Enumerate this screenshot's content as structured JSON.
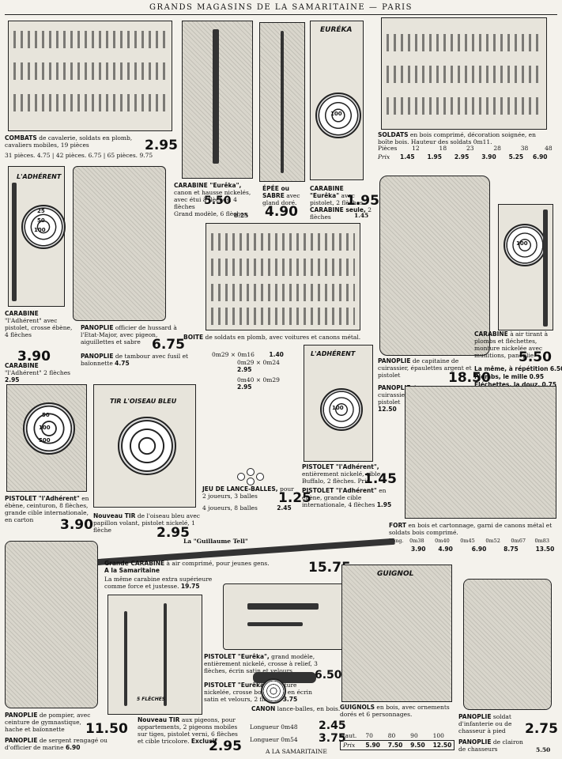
{
  "header": "GRANDS MAGASINS DE LA SAMARITAINE — PARIS",
  "combats": {
    "title": "COMBATS",
    "text": "de cavalerie, soldats en plomb, cavaliers mobiles, 19 pièces",
    "price": "2.95",
    "variants": "31 pièces. 4.75 | 42 pièces. 6.75 | 65 pièces. 9.75"
  },
  "carabine_eureka": {
    "title": "CARABINE \"Eurêka\",",
    "text": "canon et hausse nickelés, avec étui à flèches, 4 flèches",
    "price": "5.50",
    "grand": "Grand modèle, 6 flèches",
    "grand_price": "8.25"
  },
  "epee": {
    "title": "ÉPÉE ou SABRE",
    "text": "avec gland doré.",
    "price": "4.90"
  },
  "carabine_pistolet": {
    "title": "CARABINE \"Eurêka\"",
    "text": "avec pistolet, 2 flèches.",
    "price": "1.95",
    "seule": "CARABINE seule,",
    "seule_text": "2 flèches",
    "seule_price": "1.45",
    "label": "EURÉKA",
    "target_label": "100"
  },
  "soldats": {
    "title": "SOLDATS",
    "text": "en bois comprimé, décoration soignée, en boîte bois. Hauteur des soldats",
    "height": "0m11.",
    "pieces_label": "Pièces",
    "pieces": [
      "12",
      "18",
      "23",
      "28",
      "38",
      "48"
    ],
    "prix_label": "Prix",
    "prix": [
      "1.45",
      "1.95",
      "2.95",
      "3.90",
      "5.25",
      "6.90"
    ]
  },
  "carabine_adherent": {
    "banner": "L'ADHÉRENT",
    "title": "CARABINE",
    "text": "\"l'Adhérent\" avec pistolet, crosse ébène, 4 flèches",
    "price": "3.90",
    "second_title": "CARABINE",
    "second_text": "\"l'Adhérent\" 2 flèches",
    "second_price": "2.95",
    "targets": [
      "25",
      "50",
      "100"
    ]
  },
  "panoplie_officier": {
    "title": "PANOPLIE",
    "text": "officier de hussard à l'Etat-Major, avec pigeon, aiguillettes et sabre",
    "price": "6.75",
    "tambour_title": "PANOPLIE",
    "tambour_text": "de tambour avec fusil et baïonnette",
    "tambour_price": "4.75"
  },
  "boite_soldats": {
    "title": "BOITE",
    "text": "de soldats en plomb, avec voitures et canons métal.",
    "rows": [
      {
        "size": "0m29 × 0m16",
        "price": "1.40"
      },
      {
        "size": "0m29 × 0m24",
        "price": "2.95"
      },
      {
        "size": "0m40 × 0m29",
        "price": "2.95"
      }
    ]
  },
  "panoplie_cuirassier": {
    "title": "PANOPLIE",
    "text": "de capitaine de cuirassier, épaulettes argent et pistolet",
    "price": "18.50",
    "second_title": "PANOPLIE",
    "second_text": "de cuirassier, avec pistolet",
    "second_price": "12.50"
  },
  "carabine_air": {
    "title": "CARABINE",
    "text": "à air tirant à plombs et fléchettes, monture nickelée avec munitions, panoplie",
    "price": "5.50",
    "repet": "La même, à répétition",
    "repet_price": "6.50",
    "plombs": "Plombs, le mille",
    "plombs_price": "0.95",
    "flechettes": "Fléchettes, la douz.",
    "flechettes_price": "0.75",
    "target_label": "100"
  },
  "pistolet_adherent_left": {
    "title": "PISTOLET \"l'Adhérent\"",
    "text": "en ébène, ceinturon, 8 flèches, grande cible internationale, en carton",
    "price": "3.90",
    "labels": [
      "50",
      "100",
      "500"
    ]
  },
  "tir_oiseau": {
    "banner": "TIR L'OISEAU BLEU",
    "title": "Nouveau TIR",
    "text": "de l'oiseau bleu avec papillon volant, pistolet nickelé, 1 flèche",
    "price": "2.95"
  },
  "lance_balles": {
    "title": "JEU DE LANCE-BALLES,",
    "text": "pour 2 joueurs, 3 balles",
    "price": "1.25",
    "second": "4 joueurs, 8 balles",
    "second_price": "2.45"
  },
  "pistolet_adherent_mid": {
    "banner": "L'ADHÉRENT",
    "title": "PISTOLET \"l'Adhérent\",",
    "text": "entièrement nickelé, cible Buffalo, 2 flèches. Prix",
    "price": "1.45",
    "second_title": "PISTOLET \"l'Adhérent\"",
    "second_text": "en ébène, grande cible internationale, 4 flèches",
    "second_price": "1.95",
    "target_label": "100"
  },
  "fort": {
    "title": "FORT",
    "text": "en bois et cartonnage, garni de canons métal et soldats bois comprimé.",
    "long_label": "Long.",
    "lengths": [
      "0m38",
      "0m40",
      "0m45",
      "0m52",
      "0m67",
      "0m83"
    ],
    "prices": [
      "3.90",
      "4.90",
      "6.90",
      "8.75",
      "13.50"
    ]
  },
  "guillaume_tell": {
    "title": "La \"Guillaume Tell\"",
    "grande_title": "Grande CARABINE",
    "grande_text": "à air comprimé, pour jeunes gens.",
    "grande_sub": "A la Samaritaine",
    "grande_price": "15.75",
    "meme": "La même carabine extra supérieure comme force et justesse.",
    "meme_price": "19.75"
  },
  "panoplie_pompier": {
    "title": "PANOPLIE",
    "text": "de pompier, avec ceinture de gymnastique, hache et baïonnette",
    "price": "11.50",
    "second_title": "PANOPLIE",
    "second_text": "de sergent rengagé ou d'officier de marine",
    "second_price": "6.90"
  },
  "pistolet_eureka": {
    "title": "PISTOLET \"Eurêka\",",
    "text": "grand modèle, entièrement nickelé, crosse à relief, 3 flèches, écrin satin et velours",
    "price": "6.50",
    "second_title": "PISTOLET \"Eurêka\",",
    "second_text": "monture nickelée, crosse bois durci, en écrin satin et velours, 2 flèches",
    "second_price": "3.75"
  },
  "tir_pigeons": {
    "title": "Nouveau TIR",
    "text": "aux pigeons, pour appartements, 2 pigeons mobiles sur tiges, pistolet verni, 6 flèches et cible tricolore.",
    "exclusif": "Exclusif",
    "price": "2.95",
    "box_label": "5 FLÈCHES"
  },
  "canon": {
    "title": "CANON",
    "text": "lance-balles, en bois.",
    "long_label": "Longueur",
    "rows": [
      {
        "size": "0m48",
        "price": "2.45"
      },
      {
        "size": "0m54",
        "price": "3.75"
      }
    ],
    "footer": "A LA SAMARITAINE"
  },
  "guignols": {
    "banner": "GUIGNOL",
    "title": "GUIGNOLS",
    "text": "en bois, avec ornements dorés et 6 personnages.",
    "haut_label": "Haut.",
    "heights": [
      "70",
      "80",
      "90",
      "100"
    ],
    "prix_label": "Prix",
    "prices": [
      "5.90",
      "7.50",
      "9.50",
      "12.50"
    ]
  },
  "panoplie_soldat": {
    "title": "PANOPLIE",
    "text": "soldat d'infanterie ou de chasseur à pied",
    "price": "2.75",
    "second_title": "PANOPLIE",
    "second_text": "de clairon de chasseurs",
    "second_price": "5.50"
  }
}
